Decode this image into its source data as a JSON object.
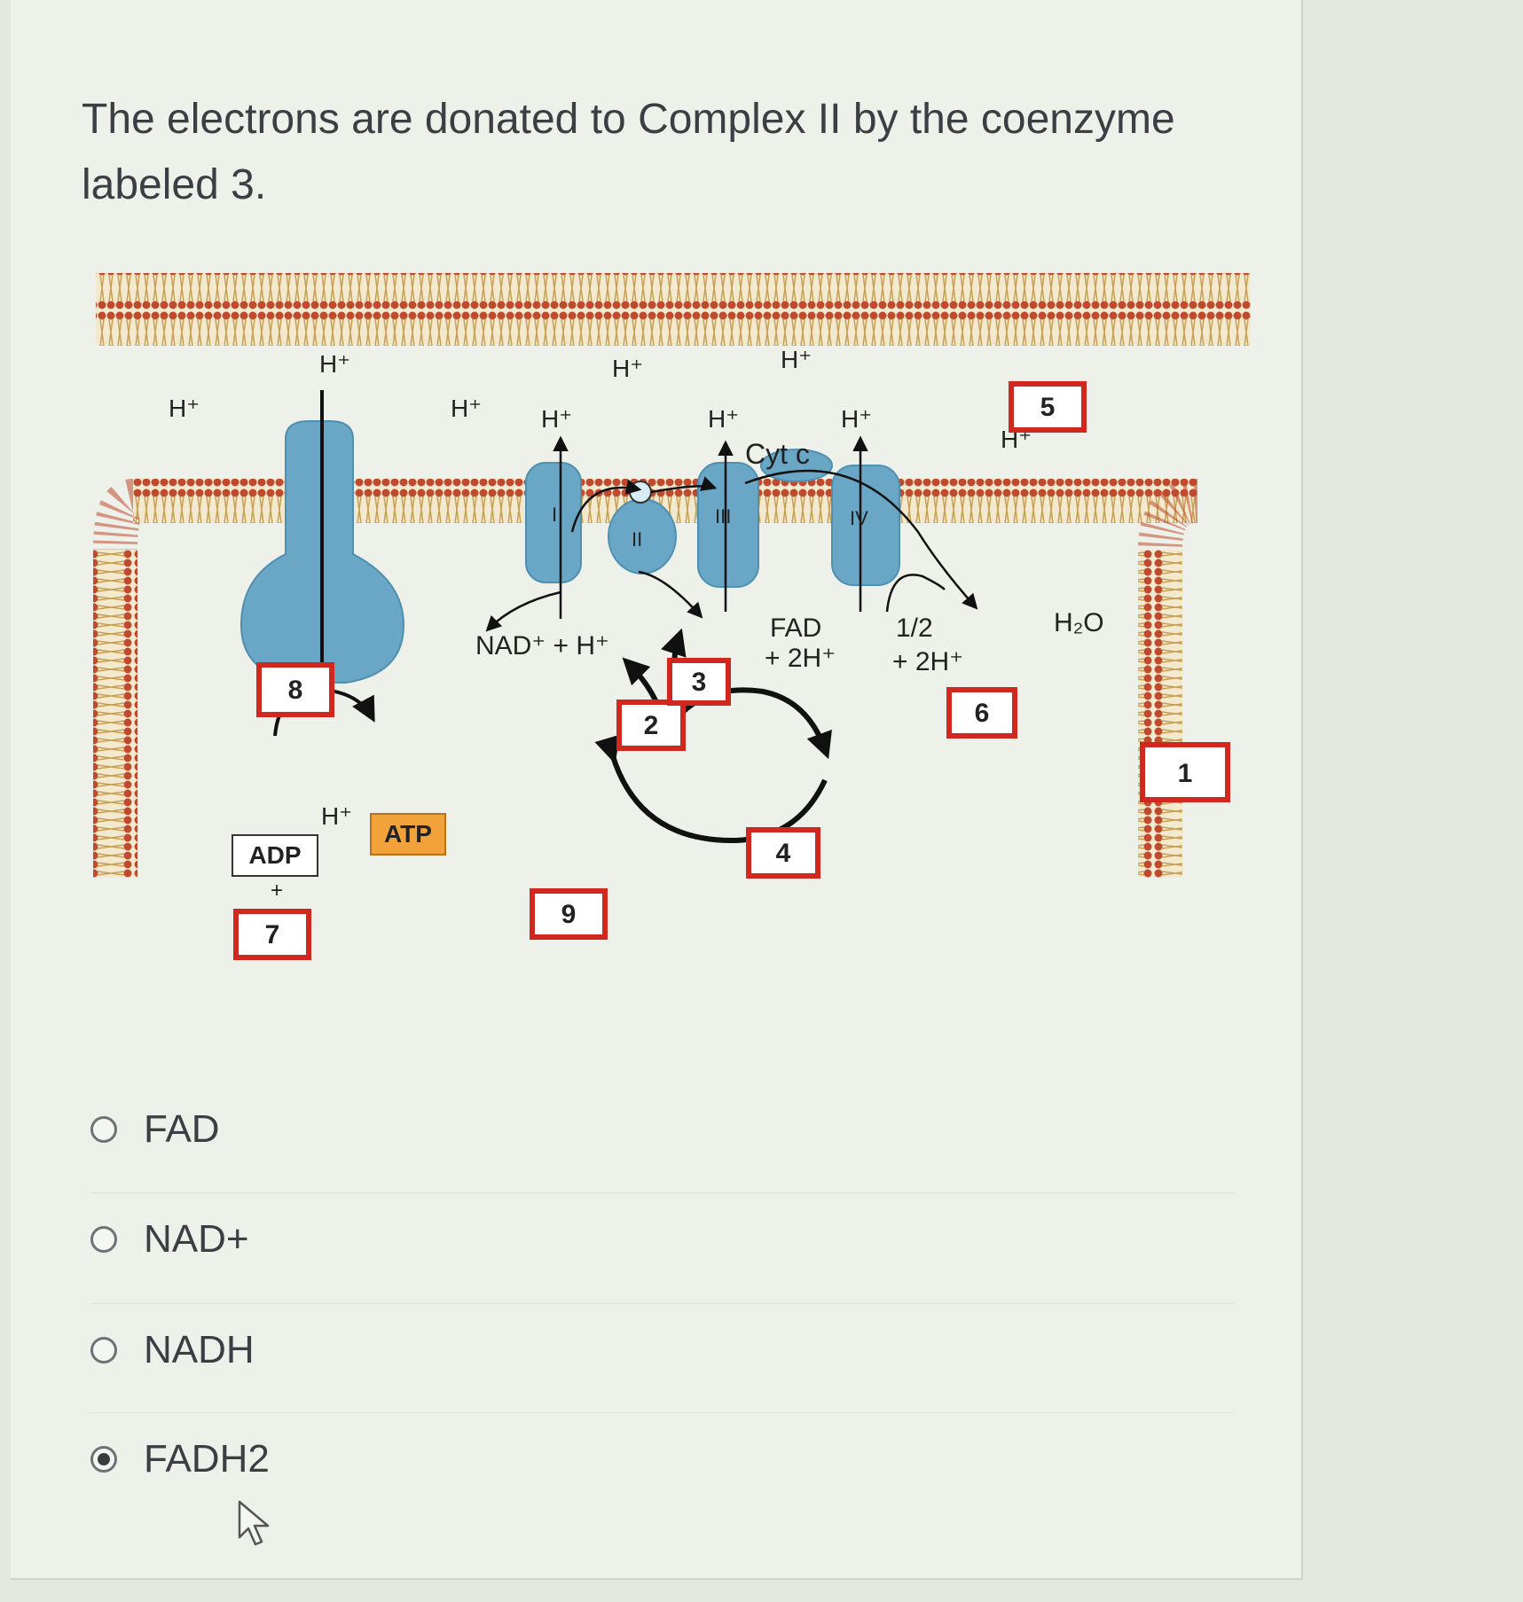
{
  "question": {
    "text": "The electrons are donated to Complex II by the coenzyme labeled 3."
  },
  "diagram": {
    "proton": "H⁺",
    "complexes": {
      "c1": "I",
      "c2": "II",
      "c3": "III",
      "c4": "IV"
    },
    "cyt_c": "Cyt c",
    "nad": "NAD⁺ + H⁺",
    "fad_1": "FAD",
    "fad_2": "+ 2H⁺",
    "oxygen_1": "1/2",
    "oxygen_2": "+ 2H⁺",
    "water": "H₂O",
    "adp": "ADP",
    "plus": "+",
    "atp": "ATP",
    "labels": [
      "1",
      "2",
      "3",
      "4",
      "5",
      "6",
      "7",
      "8",
      "9"
    ]
  },
  "options": [
    {
      "label": "FAD",
      "selected": false
    },
    {
      "label": "NAD+",
      "selected": false
    },
    {
      "label": "NADH",
      "selected": false
    },
    {
      "label": "FADH2",
      "selected": true
    }
  ],
  "colors": {
    "label_border": "#d0281e",
    "protein": "#6aa7c7",
    "membrane": "#c9a45c",
    "atp": "#f2a23a"
  }
}
